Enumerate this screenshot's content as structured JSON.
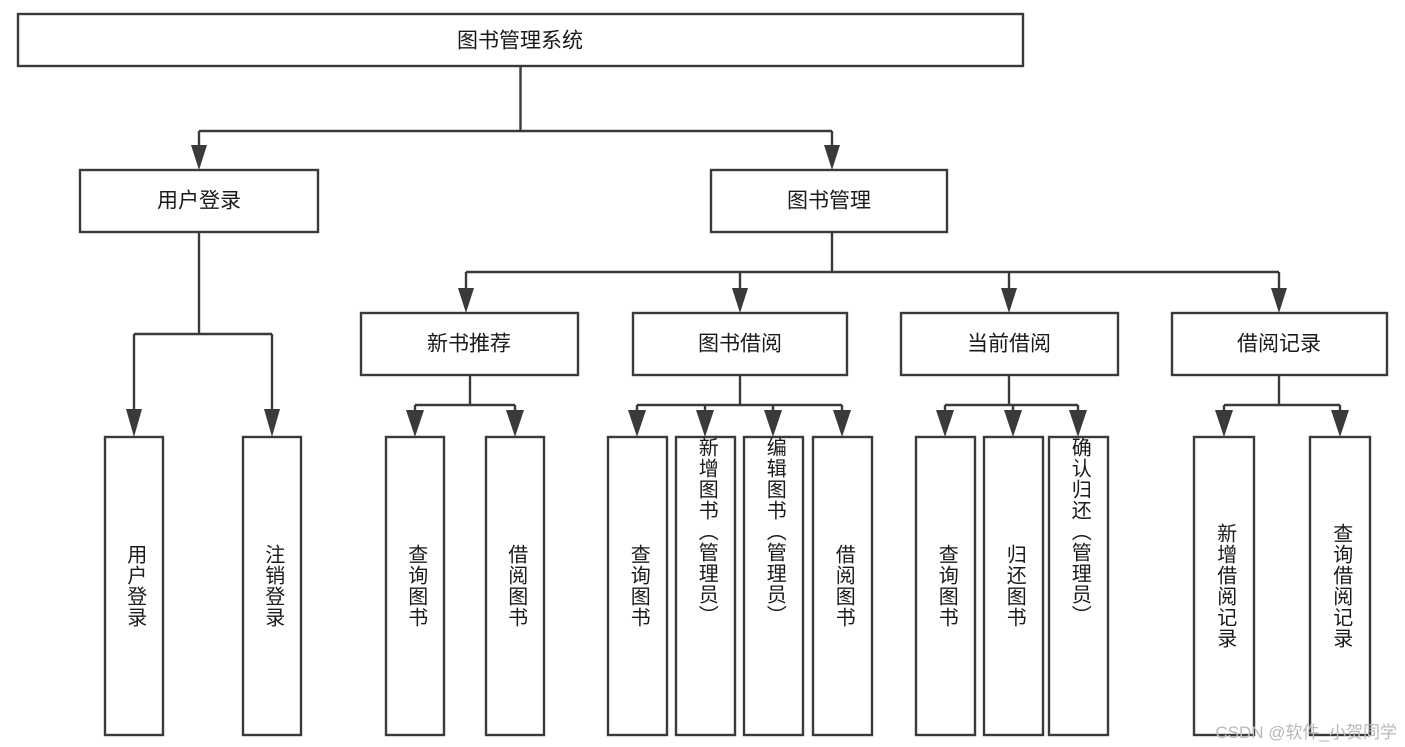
{
  "diagram": {
    "type": "tree",
    "title": "图书管理系统",
    "root": {
      "label": "图书管理系统"
    },
    "level2": [
      {
        "label": "用户登录"
      },
      {
        "label": "图书管理"
      }
    ],
    "level3": [
      {
        "label": "新书推荐"
      },
      {
        "label": "图书借阅"
      },
      {
        "label": "当前借阅"
      },
      {
        "label": "借阅记录"
      }
    ],
    "leaves": {
      "user_login": [
        {
          "label": "用户登录"
        },
        {
          "label": "注销登录"
        }
      ],
      "new_book_recommend": [
        {
          "label": "查询图书"
        },
        {
          "label": "借阅图书"
        }
      ],
      "book_borrow": [
        {
          "label": "查询图书"
        },
        {
          "label": "新增图书（管理员）"
        },
        {
          "label": "编辑图书（管理员）"
        },
        {
          "label": "借阅图书"
        }
      ],
      "current_borrow": [
        {
          "label": "查询图书"
        },
        {
          "label": "归还图书"
        },
        {
          "label": "确认归还（管理员）"
        }
      ],
      "borrow_record": [
        {
          "label": "新增借阅记录"
        },
        {
          "label": "查询借阅记录"
        }
      ]
    },
    "watermark": "CSDN @软件_小贺同学",
    "colors": {
      "box_stroke": "#3a3a3a",
      "box_fill": "#ffffff",
      "text": "#1a1a1a",
      "watermark": "#b8b8b8",
      "background": "#ffffff"
    }
  }
}
